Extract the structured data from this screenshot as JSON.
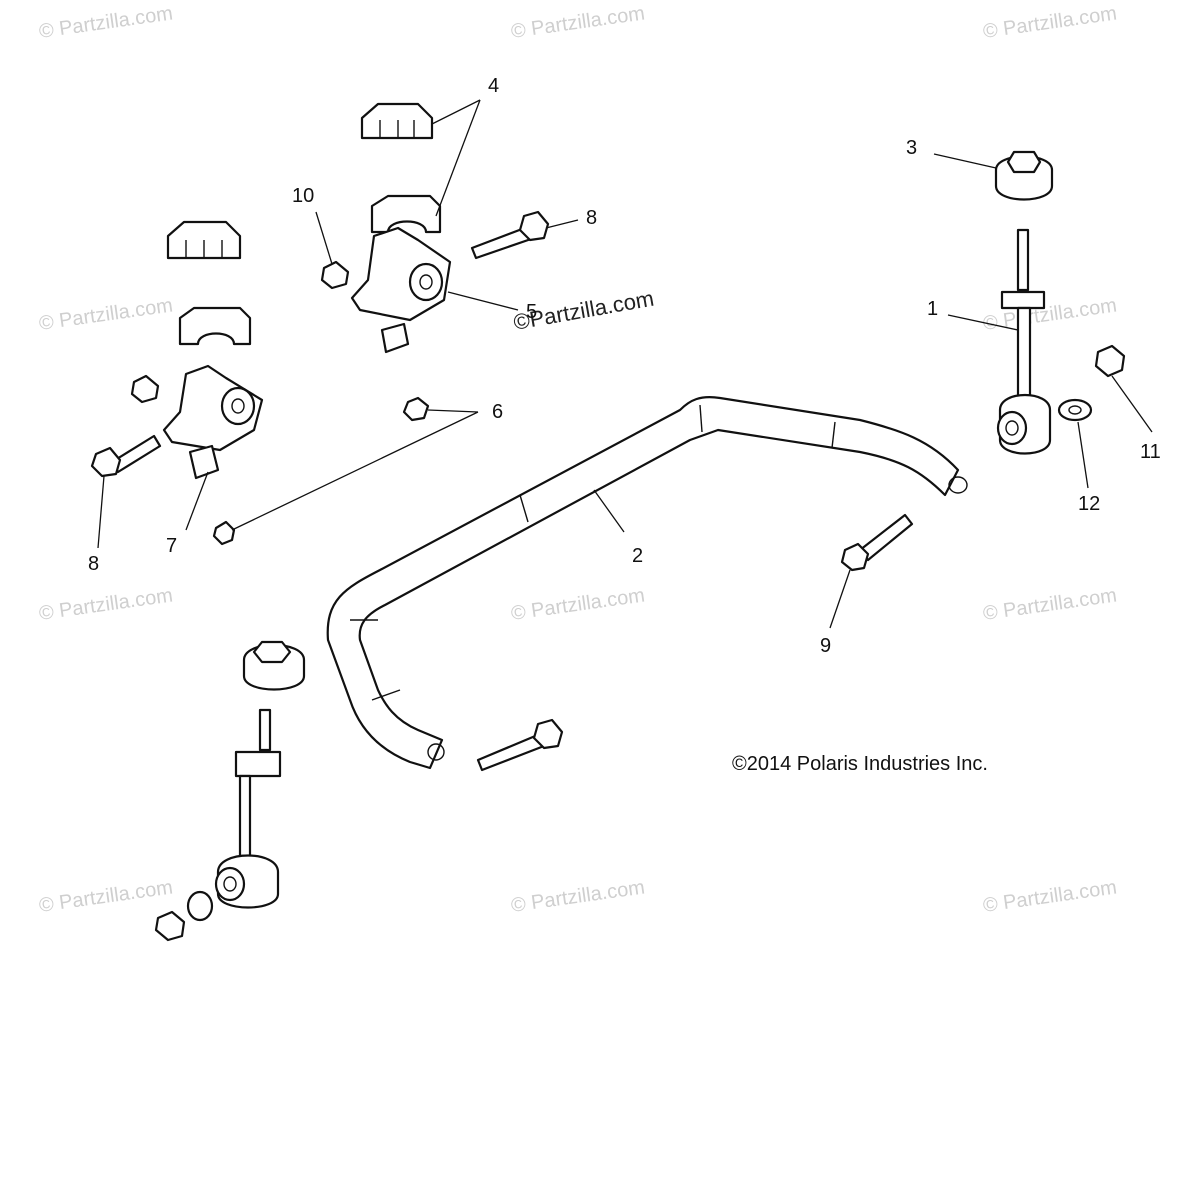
{
  "diagram": {
    "copyright": "©2014 Polaris Industries Inc.",
    "watermark": "© Partzilla.com",
    "watermark_prominent": "©Partzilla.com",
    "callouts": {
      "c1": "1",
      "c2": "2",
      "c3": "3",
      "c4": "4",
      "c5": "5",
      "c6": "6",
      "c7": "7",
      "c8a": "8",
      "c8b": "8",
      "c9": "9",
      "c10": "10",
      "c11": "11",
      "c12": "12"
    }
  }
}
